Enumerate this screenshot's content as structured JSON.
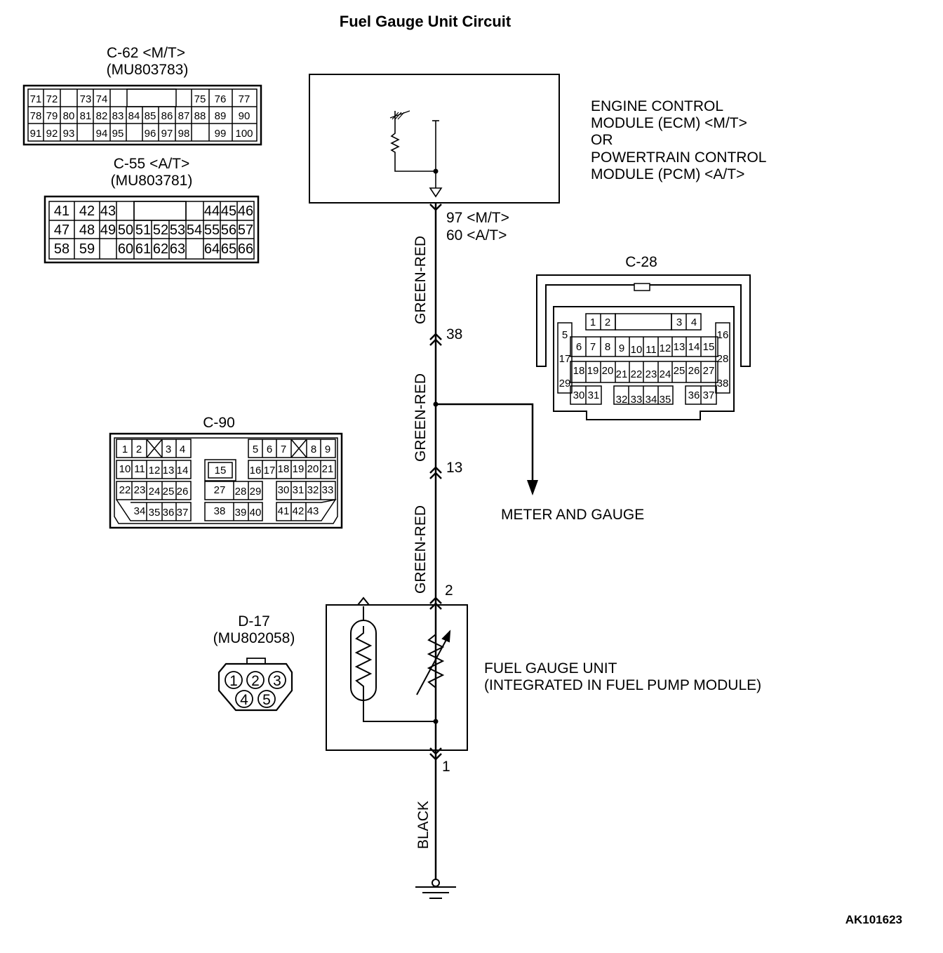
{
  "title": "Fuel Gauge Unit Circuit",
  "figure_code": "AK101623",
  "ecm": {
    "label_lines": [
      "ENGINE CONTROL",
      "MODULE (ECM) <M/T>",
      "OR",
      "POWERTRAIN CONTROL",
      "MODULE (PCM) <A/T>"
    ],
    "terminal_mt": "97 <M/T>",
    "terminal_at": "60 <A/T>"
  },
  "wires": {
    "upper": "GREEN-RED",
    "middle": "GREEN-RED",
    "lower": "GREEN-RED",
    "ground": "BLACK"
  },
  "junctions": {
    "j1": "38",
    "j2": "13"
  },
  "branch_label": "METER AND GAUGE",
  "fuel_gauge_unit": {
    "label_lines": [
      "FUEL GAUGE UNIT",
      "(INTEGRATED IN FUEL PUMP MODULE)"
    ],
    "pin_top": "2",
    "pin_bottom": "1"
  },
  "connectors": {
    "c62": {
      "name": "C-62 <M/T>",
      "part": "(MU803783)",
      "rows": [
        [
          "71",
          "72",
          "73",
          "74",
          "75",
          "76",
          "77"
        ],
        [
          "78",
          "79",
          "80",
          "81",
          "82",
          "83",
          "84",
          "85",
          "86",
          "87",
          "88",
          "89",
          "90"
        ],
        [
          "91",
          "92",
          "93",
          "94",
          "95",
          "96",
          "97",
          "98",
          "99",
          "100"
        ]
      ]
    },
    "c55": {
      "name": "C-55 <A/T>",
      "part": "(MU803781)",
      "rows": [
        [
          "41",
          "42",
          "43",
          "44",
          "45",
          "46"
        ],
        [
          "47",
          "48",
          "49",
          "50",
          "51",
          "52",
          "53",
          "54",
          "55",
          "56",
          "57"
        ],
        [
          "58",
          "59",
          "60",
          "61",
          "62",
          "63",
          "64",
          "65",
          "66"
        ]
      ]
    },
    "c28": {
      "name": "C-28",
      "rows": [
        [
          "1",
          "2",
          "3",
          "4"
        ],
        [
          "5",
          "16"
        ],
        [
          "6",
          "7",
          "8",
          "9",
          "10",
          "11",
          "12",
          "13",
          "14",
          "15"
        ],
        [
          "17",
          "28"
        ],
        [
          "18",
          "19",
          "20",
          "21",
          "22",
          "23",
          "24",
          "25",
          "26",
          "27"
        ],
        [
          "29",
          "38"
        ],
        [
          "30",
          "31",
          "32",
          "33",
          "34",
          "35",
          "36",
          "37"
        ]
      ]
    },
    "c90": {
      "name": "C-90",
      "rows": [
        [
          "1",
          "2",
          "3",
          "4",
          "5",
          "6",
          "7",
          "8",
          "9"
        ],
        [
          "10",
          "11",
          "12",
          "13",
          "14",
          "15",
          "16",
          "17",
          "18",
          "19",
          "20",
          "21"
        ],
        [
          "22",
          "23",
          "24",
          "25",
          "26",
          "27",
          "28",
          "29",
          "30",
          "31",
          "32",
          "33"
        ],
        [
          "34",
          "35",
          "36",
          "37",
          "38",
          "39",
          "40",
          "41",
          "42",
          "43"
        ]
      ]
    },
    "d17": {
      "name": "D-17",
      "part": "(MU802058)",
      "pins": [
        "1",
        "2",
        "3",
        "4",
        "5"
      ]
    }
  }
}
